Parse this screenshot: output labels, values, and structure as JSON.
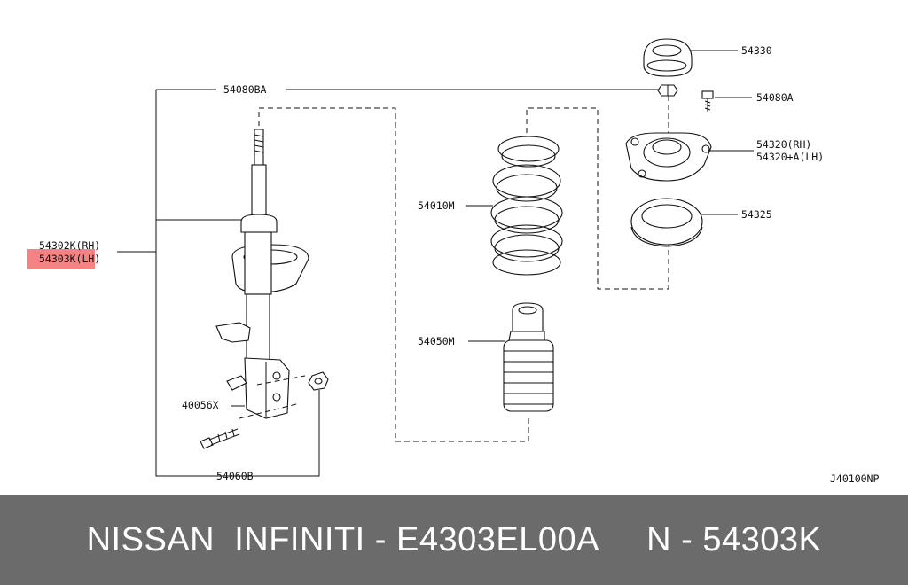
{
  "diagram": {
    "labels": {
      "p54330": "54330",
      "p54080A": "54080A",
      "p54080BA": "54080BA",
      "p54320rh": "54320(RH)",
      "p54320lh": "54320+A(LH)",
      "p54010M": "54010M",
      "p54325": "54325",
      "p54302K": "54302K(RH)",
      "p54303K": "54303K(LH)",
      "p54050M": "54050M",
      "p40056X": "40056X",
      "p54060B": "54060B",
      "code": "J40100NP"
    },
    "highlight_color": "#f05a5a"
  },
  "footer": {
    "text": "NISSAN  INFINITI - E4303EL00A     N - 54303K",
    "background": "#6b6b6b"
  }
}
